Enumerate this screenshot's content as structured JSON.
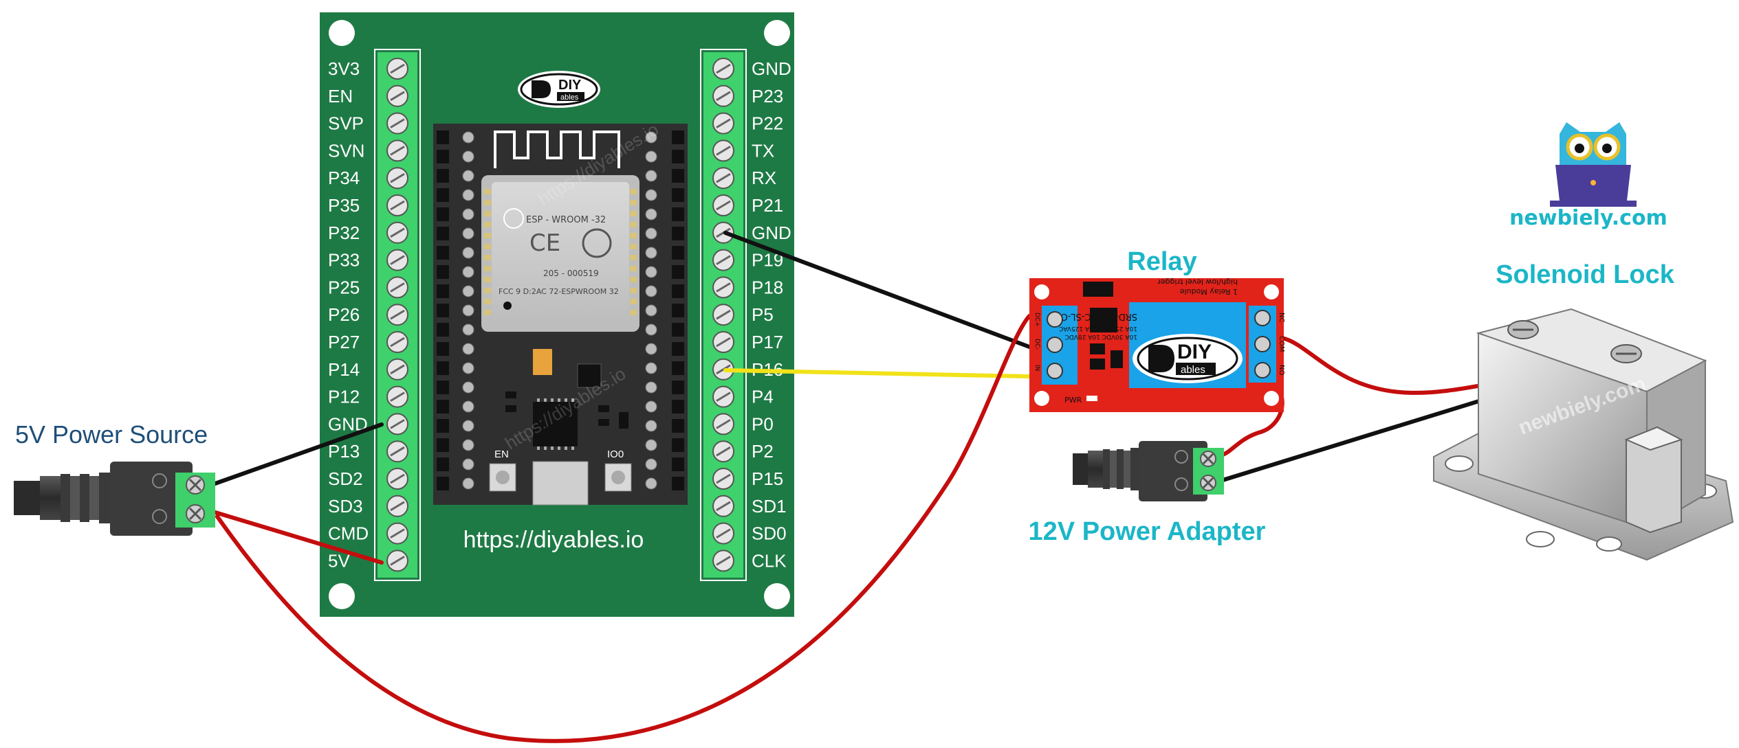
{
  "labels": {
    "power_source_5v": "5V Power Source",
    "relay": "Relay",
    "solenoid_lock": "Solenoid Lock",
    "power_adapter_12v": "12V Power Adapter",
    "board_url": "https://diyables.io",
    "brand": "newbiely.com"
  },
  "board": {
    "left_pins": [
      "3V3",
      "EN",
      "SVP",
      "SVN",
      "P34",
      "P35",
      "P32",
      "P33",
      "P25",
      "P26",
      "P27",
      "P14",
      "P12",
      "GND",
      "P13",
      "SD2",
      "SD3",
      "CMD",
      "5V"
    ],
    "right_pins": [
      "GND",
      "P23",
      "P22",
      "TX",
      "RX",
      "P21",
      "GND",
      "P19",
      "P18",
      "P5",
      "P17",
      "P16",
      "P4",
      "P0",
      "P2",
      "P15",
      "SD1",
      "SD0",
      "CLK"
    ],
    "logo_top": "DIY",
    "logo_bottom": "ables",
    "module_name": "ESP - WROOM -32",
    "module_code": "205 - 000519",
    "module_fcc": "FCC 9 D:2AC 72-ESPWROOM 32",
    "button_en": "EN",
    "button_io0": "IO0",
    "watermark": "https://diyables.io"
  },
  "relay_module": {
    "title": "1 Relay Module",
    "subtitle": "high/low level trigger",
    "relay_model": "SRD-05VDC-SL-C",
    "rating_1": "10A 250VAC 10A 125VAC",
    "rating_2": "10A 30VDC 10A 28VDC",
    "logo_top": "DIY",
    "logo_bottom": "ables",
    "pin_dc_plus": "DC+",
    "pin_dc_minus": "DC-",
    "pin_in": "IN",
    "pin_nc": "NC",
    "pin_com": "COM",
    "pin_no": "NO",
    "pwr": "PWR"
  },
  "watermark_lock": "newbiely.com",
  "colors": {
    "board_green": "#1e7a45",
    "terminal_green": "#3fd16b",
    "relay_red": "#e2231a",
    "relay_blue": "#1aa3e8",
    "wire_black": "#111111",
    "wire_red": "#c40d0d",
    "wire_yellow": "#f1e21a",
    "label_cyan": "#1bb6c7",
    "label_blue": "#1f4e79"
  }
}
